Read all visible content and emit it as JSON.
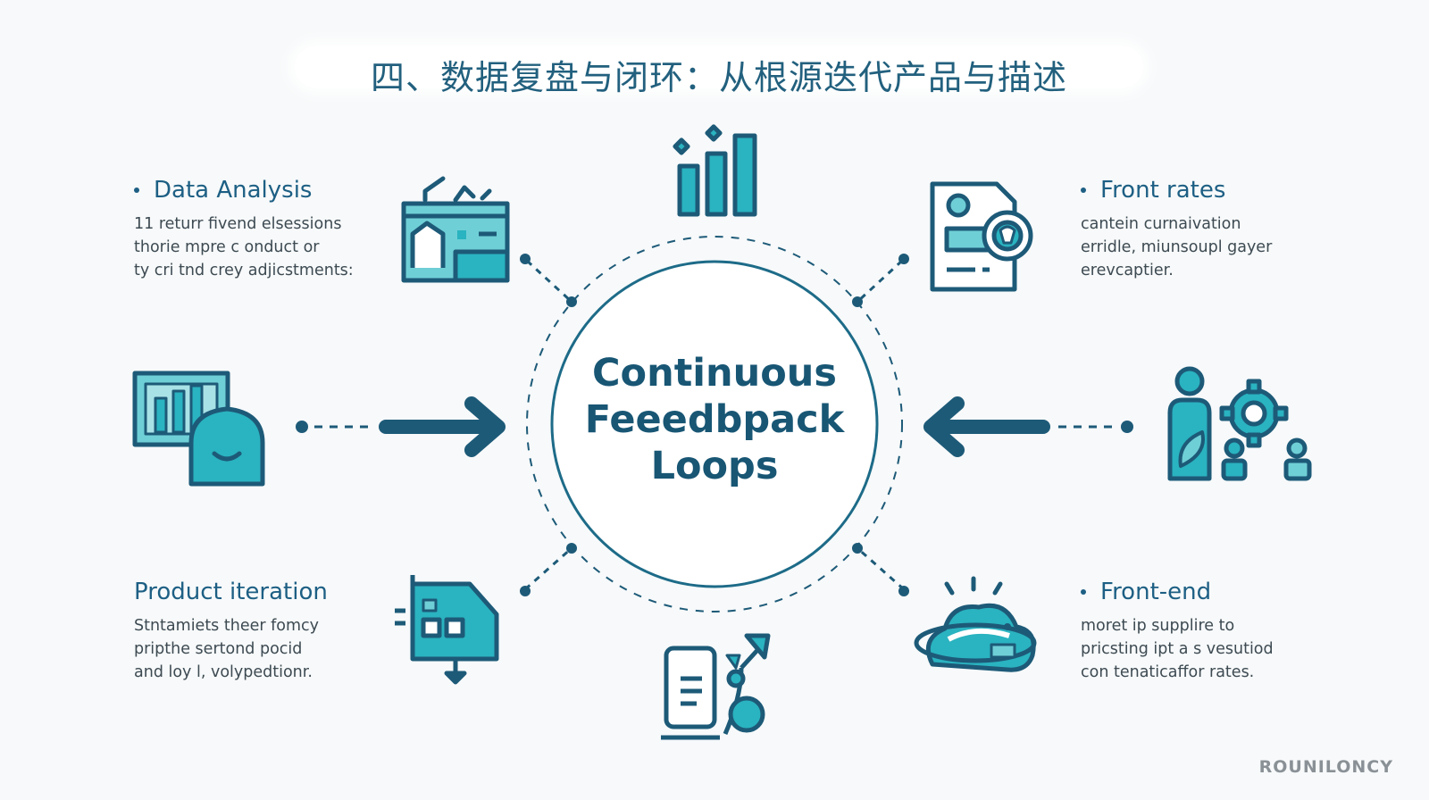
{
  "title": "四、数据复盘与闭环：从根源迭代产品与描述",
  "center": {
    "line1": "Continuous",
    "line2": "Feeedbpack",
    "line3": "Loops"
  },
  "panels": {
    "data_analysis": {
      "heading": "Data Analysis",
      "lines": [
        "11 returr fivend elsessions",
        "thorie mpre c onduct or",
        "ty cri tnd crey adjicstments:"
      ]
    },
    "front_rates": {
      "heading": "Front rates",
      "lines": [
        "cantein curnaivation",
        "erridle, miunsoupl gayer",
        "erevcaptier."
      ]
    },
    "product_iteration": {
      "heading": "Product iteration",
      "lines": [
        "Stntamiets theer fomcy",
        "pripthe sertond pocid",
        "and loy l, volypedtionr."
      ]
    },
    "front_end": {
      "heading": "Front-end",
      "lines": [
        "moret ip supplire to",
        "pricsting ipt a s vesutiod",
        "con tenaticaffor rates."
      ]
    }
  },
  "brand": "ROUNILONCY",
  "colors": {
    "navy": "#1d5a78",
    "teal": "#2ab3c0",
    "light_teal": "#6fcfd6",
    "background": "#f7f9fa"
  },
  "icons": [
    "bar-chart-icon",
    "dashboard-window-icon",
    "document-badge-icon",
    "analytics-monitor-icon",
    "team-gear-icon",
    "blueprint-file-icon",
    "mobile-share-icon",
    "cloud-globe-icon",
    "arrow-right-icon",
    "arrow-left-icon"
  ]
}
